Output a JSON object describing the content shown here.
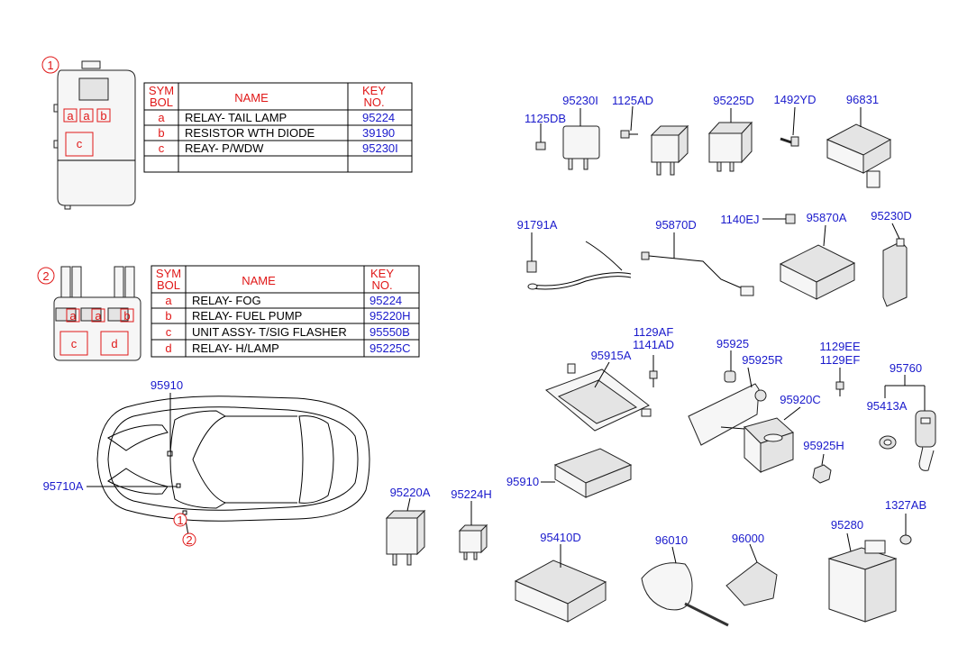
{
  "circle_labels": {
    "one": "1",
    "two": "2"
  },
  "table1": {
    "headers": {
      "symbol_line1": "SYM",
      "symbol_line2": "BOL",
      "name": "NAME",
      "key_line1": "KEY",
      "key_line2": "NO."
    },
    "rows": [
      {
        "symbol": "a",
        "name": "RELAY- TAIL LAMP",
        "key": "95224"
      },
      {
        "symbol": "b",
        "name": "RESISTOR WTH DIODE",
        "key": "39190"
      },
      {
        "symbol": "c",
        "name": "REAY- P/WDW",
        "key": "95230I"
      }
    ]
  },
  "table2": {
    "headers": {
      "symbol_line1": "SYM",
      "symbol_line2": "BOL",
      "name": "NAME",
      "key_line1": "KEY",
      "key_line2": "NO."
    },
    "rows": [
      {
        "symbol": "a",
        "name": "RELAY- FOG",
        "key": "95224"
      },
      {
        "symbol": "b",
        "name": "RELAY- FUEL PUMP",
        "key": "95220H"
      },
      {
        "symbol": "c",
        "name": "UNIT ASSY- T/SIG FLASHER",
        "key": "95550B"
      },
      {
        "symbol": "d",
        "name": "RELAY- H/LAMP",
        "key": "95225C"
      }
    ]
  },
  "box1_labels": {
    "a1": "a",
    "a2": "a",
    "b": "b",
    "c": "c"
  },
  "box2_labels": {
    "a1": "a",
    "a2": "a",
    "b": "b",
    "c": "c",
    "d": "d"
  },
  "part_numbers": {
    "p95230I": "95230I",
    "p1125DB": "1125DB",
    "p1125AD": "1125AD",
    "p95225D": "95225D",
    "p1492YD": "1492YD",
    "p96831": "96831",
    "p91791A": "91791A",
    "p95870D": "95870D",
    "p1140EJ": "1140EJ",
    "p95870A": "95870A",
    "p95230D": "95230D",
    "p1129AF": "1129AF",
    "p1141AD": "1141AD",
    "p95915A": "95915A",
    "p95925": "95925",
    "p95925R": "95925R",
    "p1129EE": "1129EE",
    "p1129EF": "1129EF",
    "p95760": "95760",
    "p95920C": "95920C",
    "p95413A": "95413A",
    "p95925H": "95925H",
    "p95910": "95910",
    "p95910_car": "95910",
    "p95710A": "95710A",
    "p95220A": "95220A",
    "p95224H": "95224H",
    "p95410D": "95410D",
    "p96010": "96010",
    "p96000": "96000",
    "p95280": "95280",
    "p1327AB": "1327AB"
  }
}
